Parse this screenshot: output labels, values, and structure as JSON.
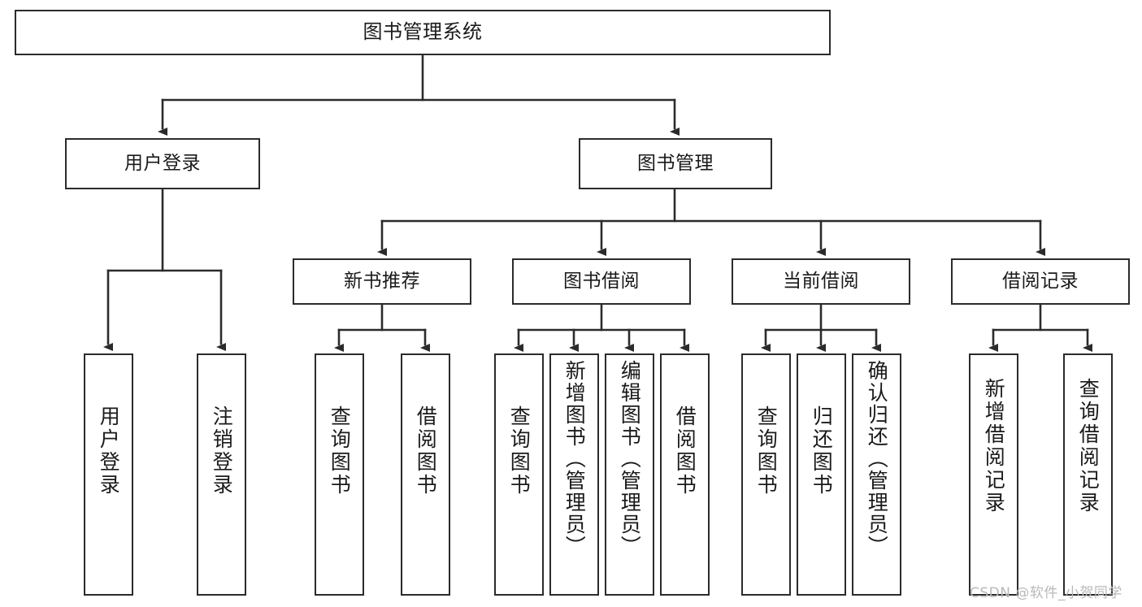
{
  "diagram": {
    "type": "tree",
    "title": "图书管理系统",
    "root": {
      "label": "图书管理系统"
    },
    "level2": [
      {
        "label": "用户登录"
      },
      {
        "label": "图书管理"
      }
    ],
    "level3": [
      {
        "label": "新书推荐"
      },
      {
        "label": "图书借阅"
      },
      {
        "label": "当前借阅"
      },
      {
        "label": "借阅记录"
      }
    ],
    "leaves": {
      "user_login": [
        {
          "label": "用户登录"
        },
        {
          "label": "注销登录"
        }
      ],
      "new_book": [
        {
          "label": "查询图书"
        },
        {
          "label": "借阅图书"
        }
      ],
      "borrow_book": [
        {
          "label": "查询图书"
        },
        {
          "label": "新增图书（管理员）"
        },
        {
          "label": "编辑图书（管理员）"
        },
        {
          "label": "借阅图书"
        }
      ],
      "current_borrow": [
        {
          "label": "查询图书"
        },
        {
          "label": "归还图书"
        },
        {
          "label": "确认归还（管理员）"
        }
      ],
      "borrow_record": [
        {
          "label": "新增借阅记录"
        },
        {
          "label": "查询借阅记录"
        }
      ]
    }
  },
  "watermark": {
    "text": "CSDN @软件_小贺同学"
  },
  "colors": {
    "stroke": "#2b2b2b",
    "background": "#ffffff",
    "text": "#1a1a1a",
    "watermark": "#b9b9b9"
  }
}
